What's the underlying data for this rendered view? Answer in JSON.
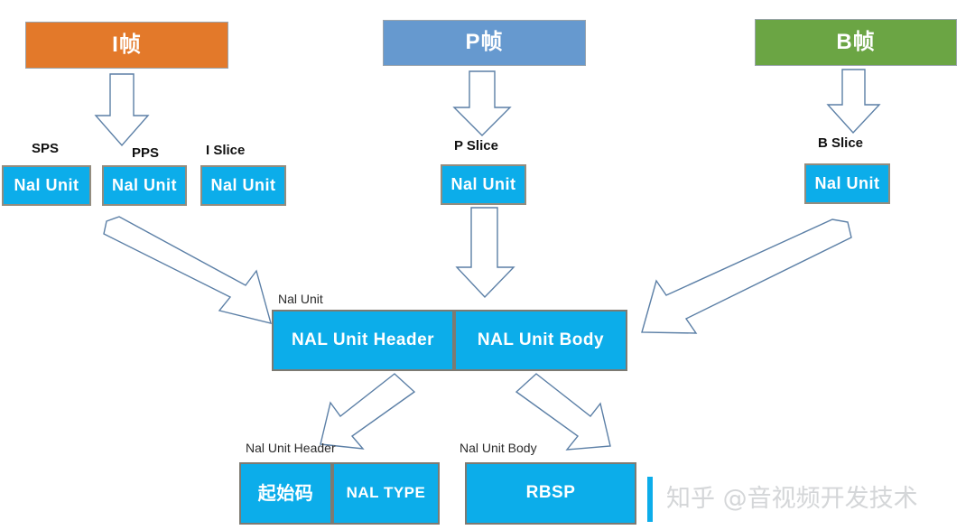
{
  "diagram": {
    "title": "H.264 NAL Unit structure diagram",
    "colors": {
      "i_frame": "#e3792a",
      "p_frame": "#6699cf",
      "b_frame": "#6ba544",
      "nal_blue": "#0cadea",
      "arrow_stroke": "#5b7fa6",
      "box_border": "#938c7e",
      "watermark": "#d4d6d8"
    },
    "frames": [
      {
        "label": "I帧",
        "color": "#e3792a"
      },
      {
        "label": "P帧",
        "color": "#6699cf"
      },
      {
        "label": "B帧",
        "color": "#6ba544"
      }
    ],
    "slice_captions": [
      "SPS",
      "PPS",
      "I Slice",
      "P Slice",
      "B Slice"
    ],
    "nal_units": [
      "Nal Unit",
      "Nal Unit",
      "Nal Unit",
      "Nal Unit",
      "Nal Unit"
    ],
    "nal_unit_caption": "Nal Unit",
    "nal_unit_parts": [
      "NAL Unit Header",
      "NAL Unit Body"
    ],
    "detail_captions": [
      "Nal Unit Header",
      "Nal Unit Body"
    ],
    "header_fields": [
      "起始码",
      "NAL TYPE"
    ],
    "body_fields": [
      "RBSP"
    ],
    "watermark": "知乎 @音视频开发技术"
  }
}
